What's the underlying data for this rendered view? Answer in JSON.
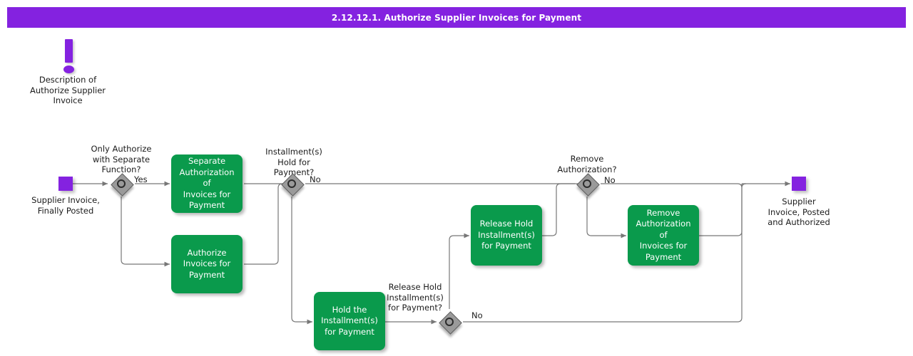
{
  "title_bar": {
    "title": "2.12.12.1. Authorize Supplier Invoices for Payment",
    "background_color": "#8422e0",
    "text_color": "#ffffff"
  },
  "colors": {
    "accent_purple": "#8422e0",
    "task_green": "#0a9a4c",
    "gateway_gray": "#9a9a9a",
    "gateway_ring": "#2b2b2b",
    "edge_gray": "#777777",
    "text_dark": "#1b1b1b"
  },
  "annotation": {
    "icon": "exclamation-mark-icon",
    "label": "Description of\nAuthorize Supplier\nInvoice"
  },
  "events": [
    {
      "id": "start",
      "name": "start-event",
      "label": "Supplier Invoice,\nFinally Posted",
      "color": "#8422e0"
    },
    {
      "id": "end",
      "name": "end-event",
      "label": "Supplier\nInvoice, Posted\nand Authorized",
      "color": "#8422e0"
    }
  ],
  "gateways": [
    {
      "id": "gw-separate-function",
      "label": "Only Authorize\nwith Separate\nFunction?",
      "branch_label": "Yes"
    },
    {
      "id": "gw-installments-hold",
      "label": "Installment(s)\nHold for\nPayment?",
      "branch_label": "No"
    },
    {
      "id": "gw-release-hold",
      "label": "Release Hold\nInstallment(s)\nfor Payment?",
      "branch_label": "No"
    },
    {
      "id": "gw-remove-authorization",
      "label": "Remove\nAuthorization?",
      "branch_label": "No"
    }
  ],
  "tasks": [
    {
      "id": "task-separate-authorization",
      "label": "Separate\nAuthorization of\nInvoices for\nPayment"
    },
    {
      "id": "task-authorize-invoices",
      "label": "Authorize\nInvoices for\nPayment"
    },
    {
      "id": "task-release-hold",
      "label": "Release Hold\nInstallment(s)\nfor Payment"
    },
    {
      "id": "task-hold-installments",
      "label": "Hold the\nInstallment(s)\nfor Payment"
    },
    {
      "id": "task-remove-authorization",
      "label": "Remove\nAuthorization of\nInvoices for\nPayment"
    }
  ]
}
